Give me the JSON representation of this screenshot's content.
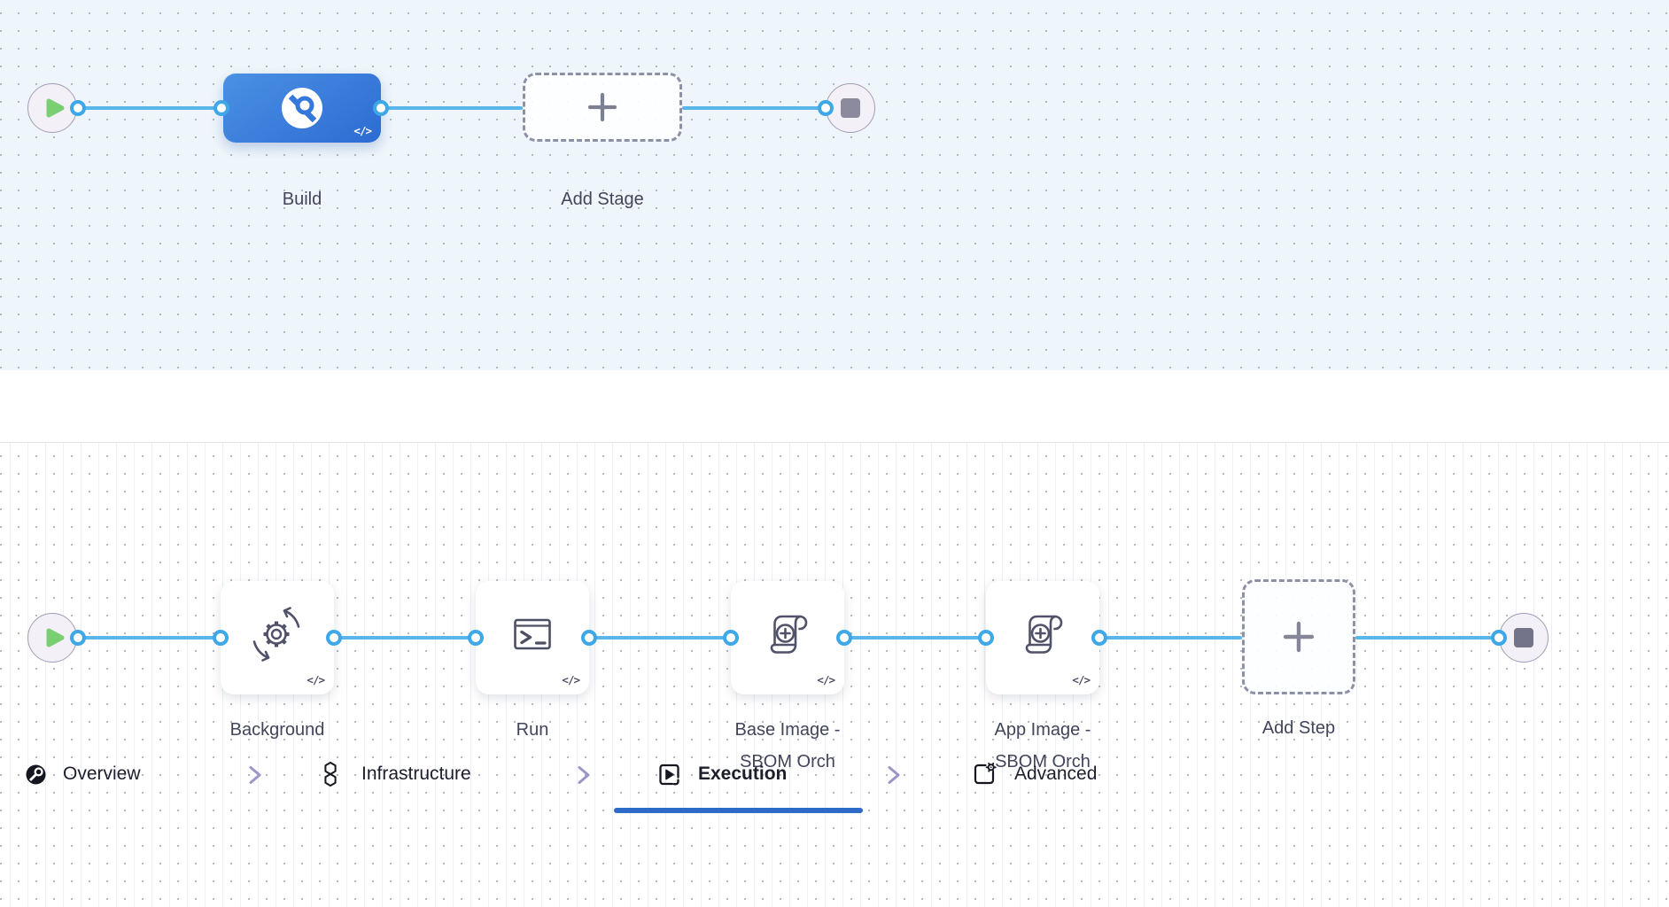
{
  "top_flow": {
    "stages": [
      {
        "label": "Build",
        "code_badge": "</>"
      },
      {
        "label": "Add Stage"
      }
    ]
  },
  "tab_bar": {
    "tabs": [
      {
        "label": "Overview"
      },
      {
        "label": "Infrastructure"
      },
      {
        "label": "Execution",
        "active": true
      },
      {
        "label": "Advanced"
      }
    ]
  },
  "bottom_flow": {
    "steps": [
      {
        "label": "Background",
        "code_badge": "</>"
      },
      {
        "label": "Run",
        "code_badge": "</>"
      },
      {
        "label": "Base Image - SBOM Orch",
        "code_badge": "</>"
      },
      {
        "label": "App Image - SBOM Orch",
        "code_badge": "</>"
      },
      {
        "label": "Add Step"
      }
    ]
  },
  "colors": {
    "line_blue": "#58b6eb",
    "port_border_blue": "#3da7e8",
    "stage_gradient_start": "#4a91e4",
    "stage_gradient_end": "#2d6bd2",
    "tab_underline_blue": "#2e6bc9",
    "play_green": "#79cf72",
    "stop_gray": "#82839a",
    "label_slate": "#42445a",
    "canvas_top_bg": "#eff6fb",
    "canvas_bottom_bg": "#ffffff"
  }
}
